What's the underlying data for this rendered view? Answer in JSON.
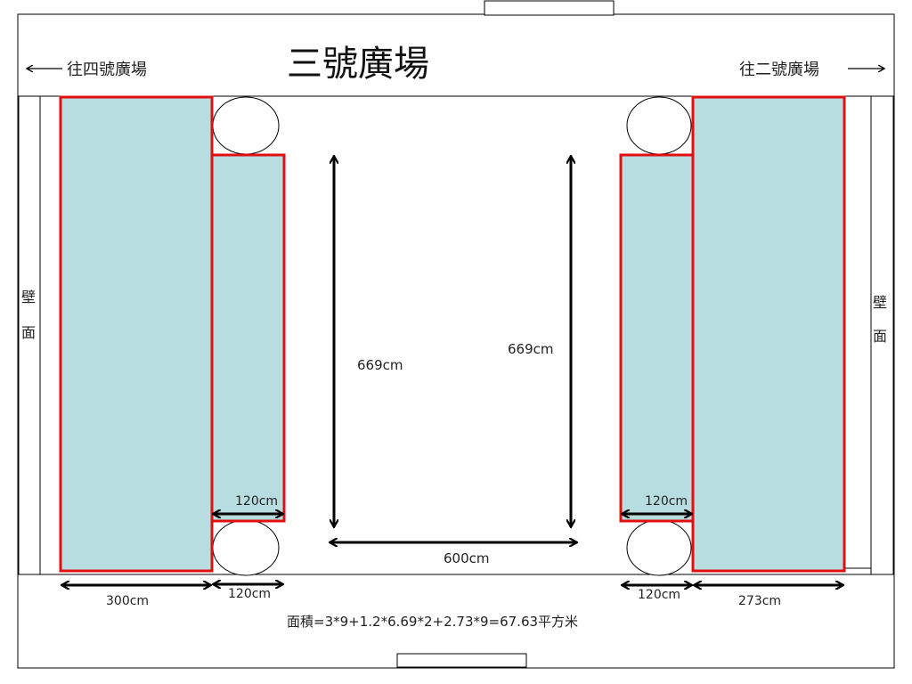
{
  "title": "三號廣場",
  "nav": {
    "left": "往四號廣場",
    "right": "往二號廣場"
  },
  "walls": {
    "left": [
      "壁",
      "面"
    ],
    "right": [
      "壁",
      "面"
    ]
  },
  "dimensions": {
    "left_length": "669cm",
    "right_length": "669cm",
    "aisle_width": "600cm",
    "left_small_width_top": "120cm",
    "right_small_width_top": "120cm",
    "left_big_width": "300cm",
    "left_small_width_bottom": "120cm",
    "right_small_width_bottom": "120cm",
    "right_big_width": "273cm"
  },
  "area_formula": "面積=3*9+1.2*6.69*2+2.73*9=67.63平方米",
  "colors": {
    "zone_fill": "#b7dde0",
    "zone_border": "#e01010",
    "line": "#000000"
  }
}
